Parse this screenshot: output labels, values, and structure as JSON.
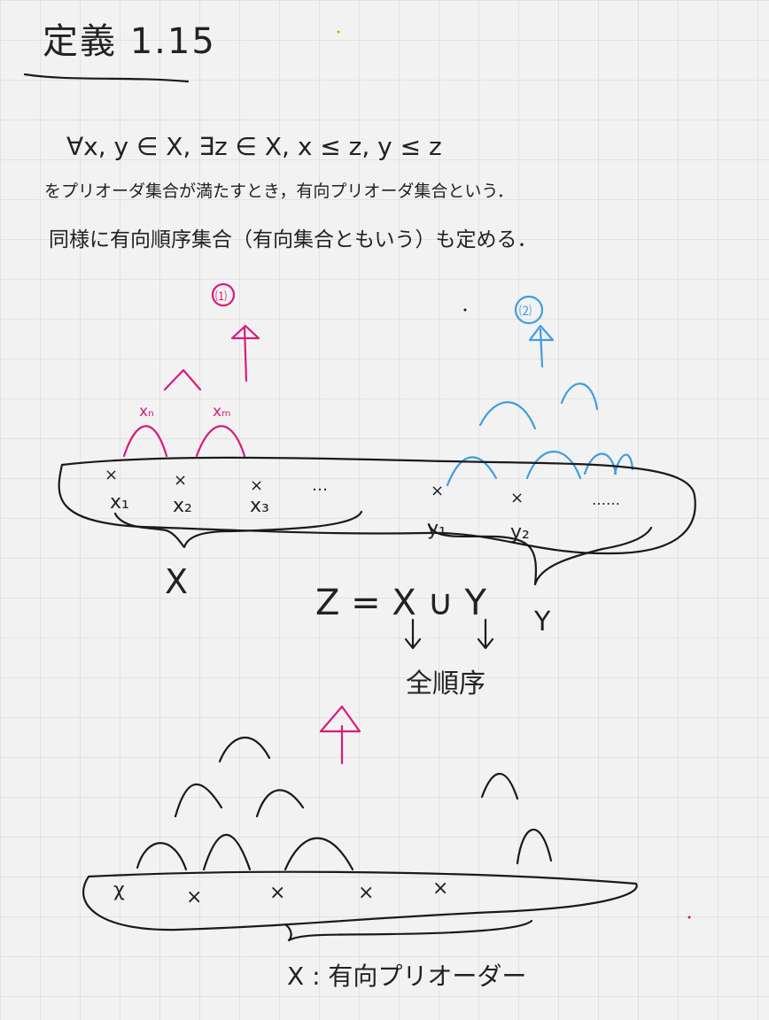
{
  "note": {
    "title": "定義 1.15",
    "formula": "∀x, y ∈ X, ∃z ∈ X,   x ≤ z, y ≤ z",
    "line1": "をプリオーダ集合が満たすとき，有向プリオーダ集合という．",
    "line2": "同様に有向順序集合（有向集合ともいう）も定める．",
    "red_circle_label": "⑴",
    "blue_circle_label": "⑵",
    "pink_upper_label_left": "xₙ",
    "pink_upper_label_right": "xₘ",
    "x_elements": [
      "x₁",
      "x₂",
      "x₃",
      "…"
    ],
    "y_elements": [
      "y₁",
      "y₂",
      "……"
    ],
    "label_X": "X",
    "label_Y": "Y",
    "union_formula": "Z = X ∪ Y",
    "union_note": "全順序",
    "bottom_caption": "X : 有向プリオーダー",
    "colors": {
      "ink": "#1a1a1a",
      "pink": "#d81b7a",
      "blue": "#3f9de0",
      "grid": "#e2e2e2",
      "background": "#f2f2f2"
    }
  }
}
